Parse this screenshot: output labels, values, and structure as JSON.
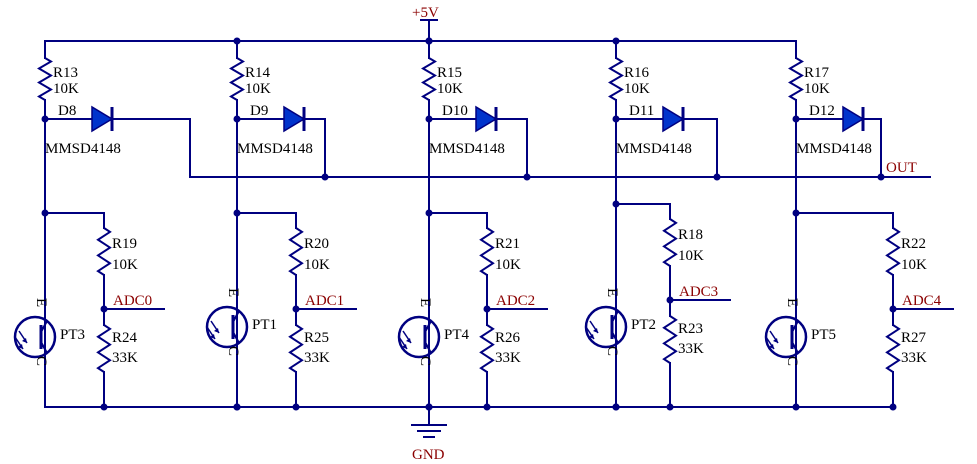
{
  "power": {
    "vcc_label": "+5V",
    "gnd_label": "GND"
  },
  "out_label": "OUT",
  "channels": [
    {
      "r_top": "R13",
      "r_top_val": "10K",
      "diode": "D8",
      "diode_part": "MMSD4148",
      "r_mid": "R19",
      "r_mid_val": "10K",
      "adc": "ADC0",
      "r_bot": "R24",
      "r_bot_val": "33K",
      "pt": "PT3",
      "pt_e": "E",
      "pt_c": "C"
    },
    {
      "r_top": "R14",
      "r_top_val": "10K",
      "diode": "D9",
      "diode_part": "MMSD4148",
      "r_mid": "R20",
      "r_mid_val": "10K",
      "adc": "ADC1",
      "r_bot": "R25",
      "r_bot_val": "33K",
      "pt": "PT1",
      "pt_e": "E",
      "pt_c": "C"
    },
    {
      "r_top": "R15",
      "r_top_val": "10K",
      "diode": "D10",
      "diode_part": "MMSD4148",
      "r_mid": "R21",
      "r_mid_val": "10K",
      "adc": "ADC2",
      "r_bot": "R26",
      "r_bot_val": "33K",
      "pt": "PT4",
      "pt_e": "E",
      "pt_c": "C"
    },
    {
      "r_top": "R16",
      "r_top_val": "10K",
      "diode": "D11",
      "diode_part": "MMSD4148",
      "r_mid": "R18",
      "r_mid_val": "10K",
      "adc": "ADC3",
      "r_bot": "R23",
      "r_bot_val": "33K",
      "pt": "PT2",
      "pt_e": "E",
      "pt_c": "C"
    },
    {
      "r_top": "R17",
      "r_top_val": "10K",
      "diode": "D12",
      "diode_part": "MMSD4148",
      "r_mid": "R22",
      "r_mid_val": "10K",
      "adc": "ADC4",
      "r_bot": "R27",
      "r_bot_val": "33K",
      "pt": "PT5",
      "pt_e": "E",
      "pt_c": "C"
    }
  ]
}
